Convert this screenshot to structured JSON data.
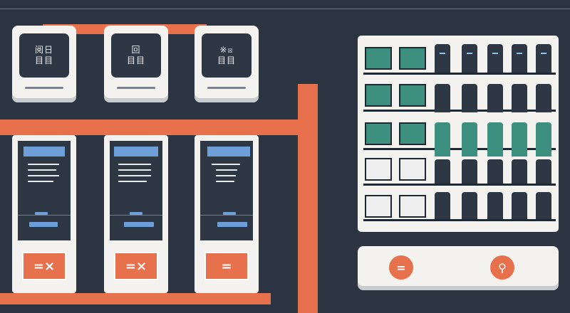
{
  "colors": {
    "background": "#2b3440",
    "accent": "#e8714d",
    "panel": "#f3f2ef",
    "screen": "#2e3744",
    "teal": "#3d8f7f",
    "blue": "#6f9fd8"
  },
  "top_cards": [
    {
      "line1": "阅日",
      "line2": "目目"
    },
    {
      "line1": "回",
      "line2": "目目"
    },
    {
      "line1": "※☒",
      "line2": "目目"
    }
  ],
  "bottom_panels": [
    {
      "button": "=×"
    },
    {
      "button": "=×"
    },
    {
      "button": "="
    }
  ],
  "control_buttons": [
    {
      "icon": "switch-icon",
      "label": "="
    },
    {
      "icon": "keyhole-icon",
      "label": "⚲"
    }
  ]
}
